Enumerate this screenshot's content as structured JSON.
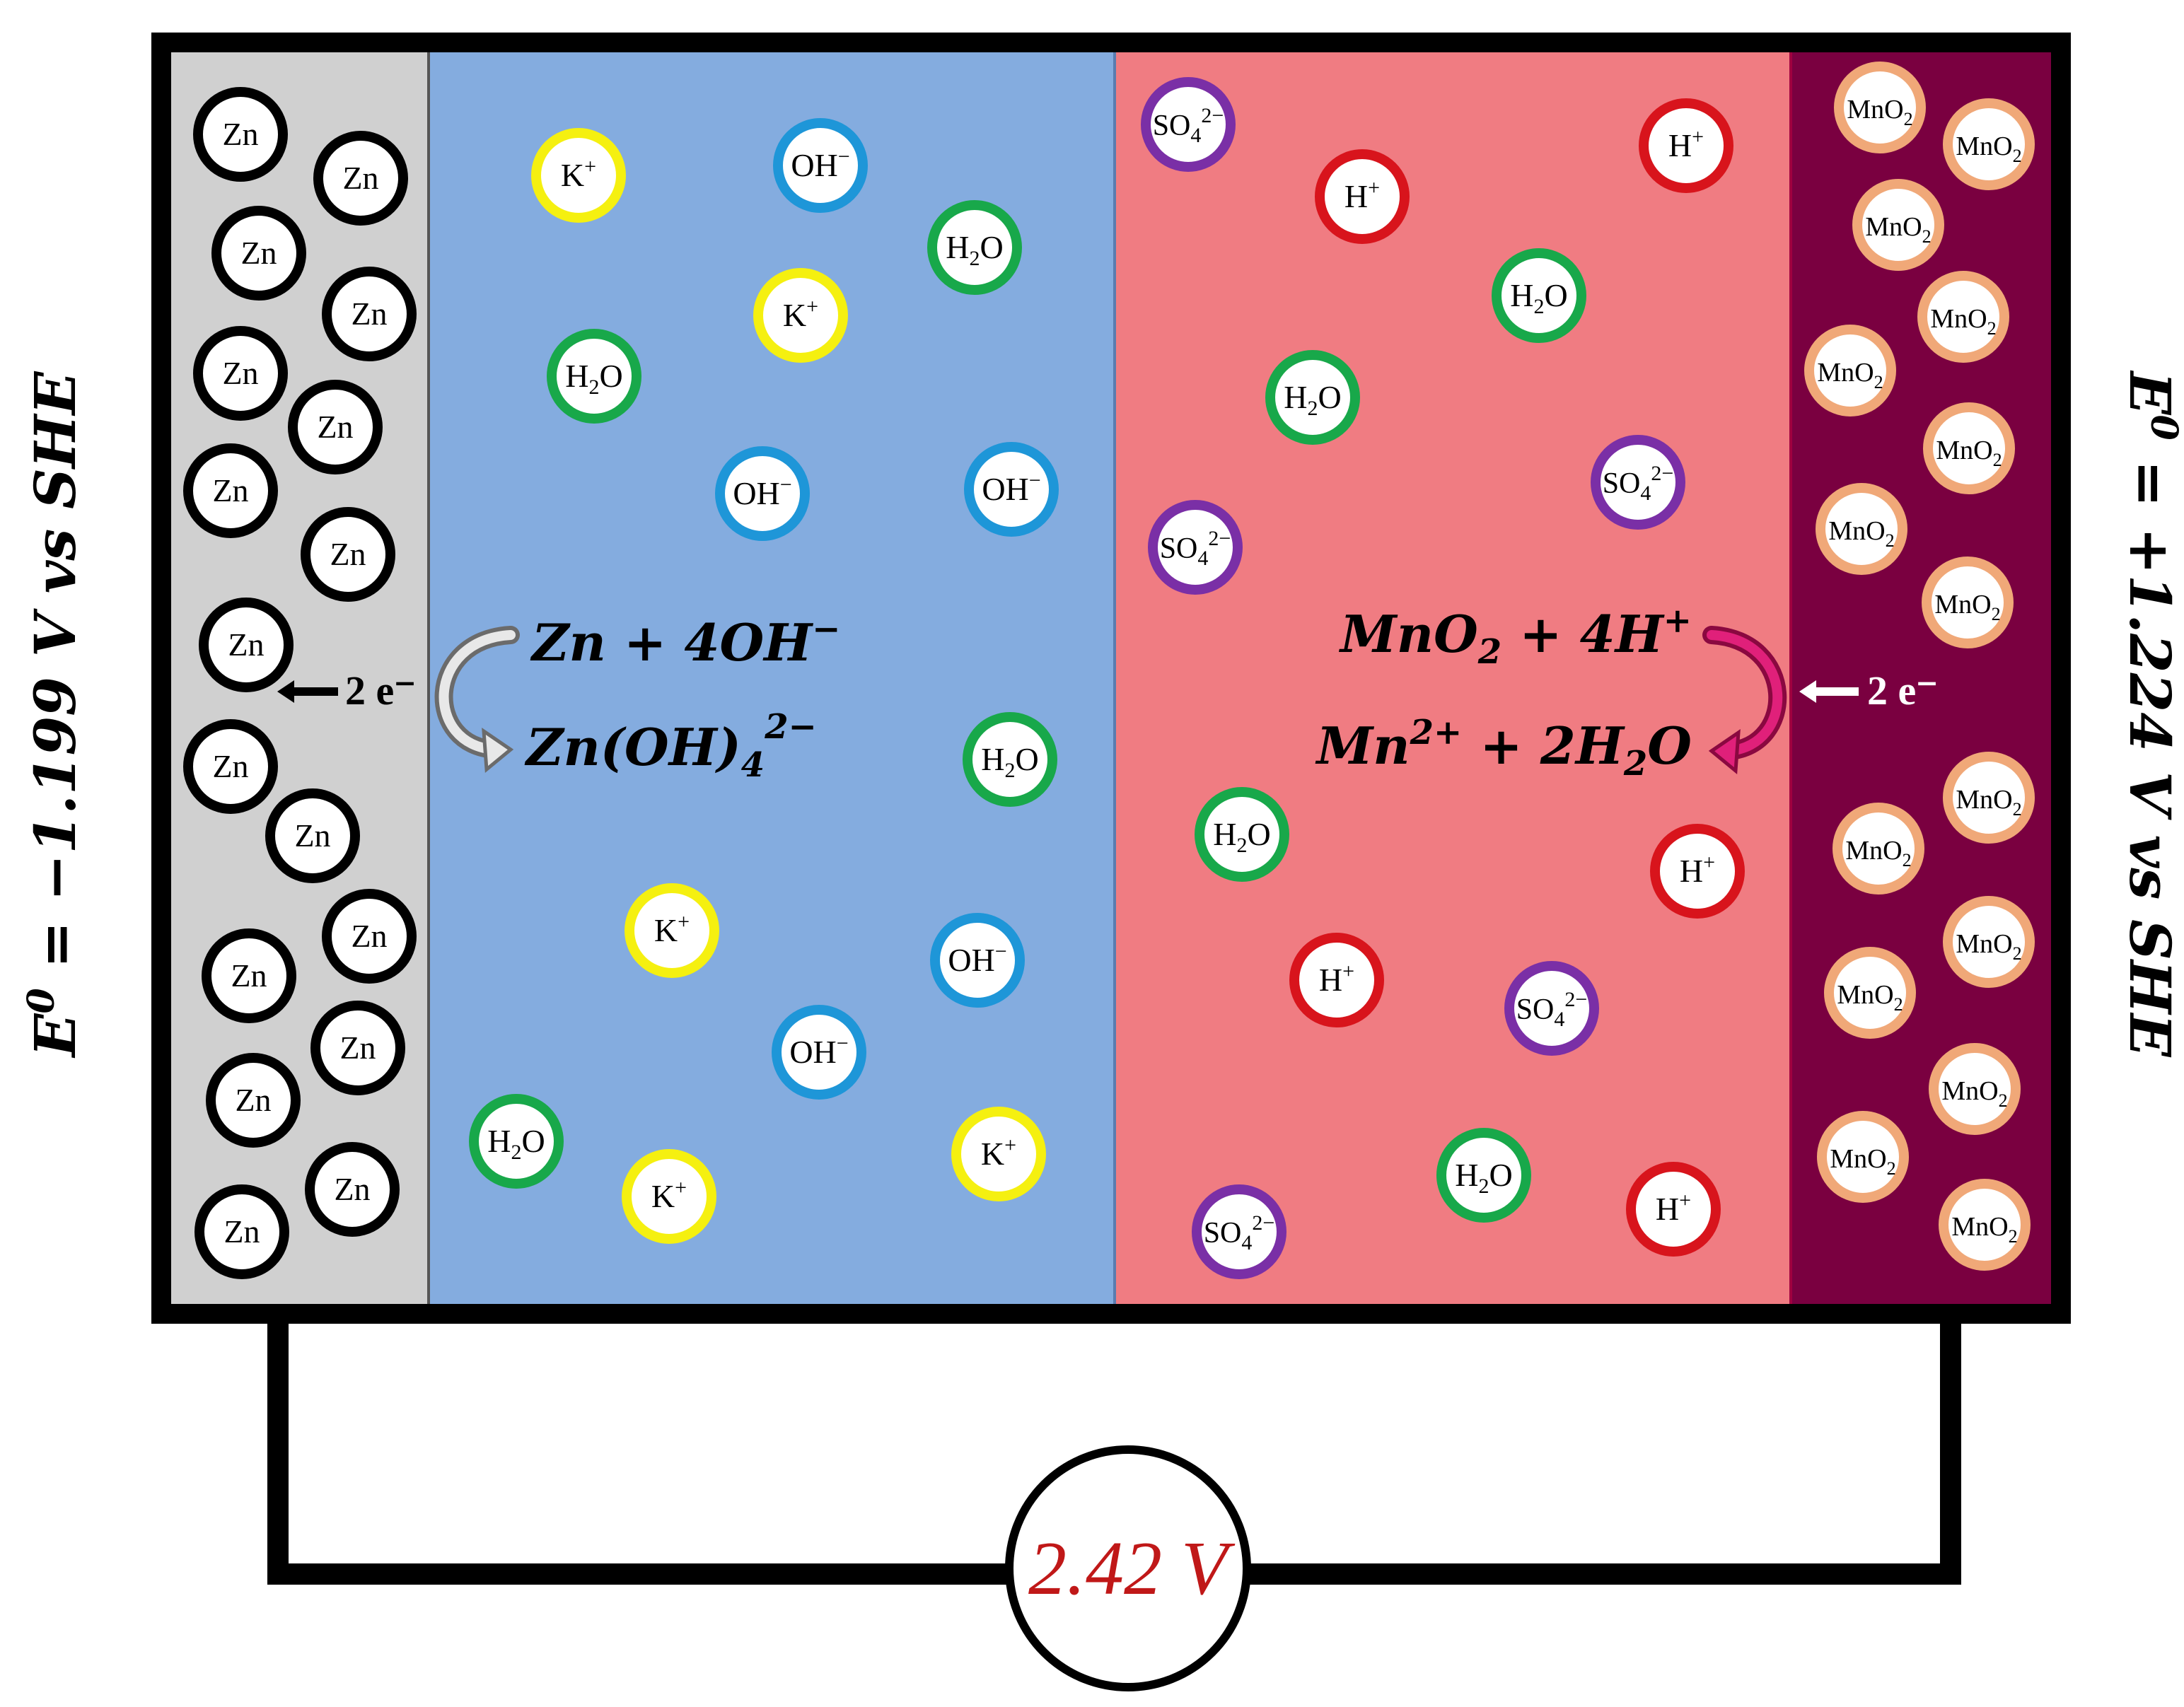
{
  "left_potential": {
    "prefix": "E",
    "sup": "0",
    "text": " = −1.199 V vs SHE"
  },
  "right_potential": {
    "prefix": "E",
    "sup": "0",
    "text": " = +1.224 V vs SHE"
  },
  "anode_reaction": {
    "reactants": "Zn + 4OH",
    "reactants_sup": "−",
    "product_main": "Zn(OH)",
    "product_sub": "4",
    "product_sup": "2−"
  },
  "cathode_reaction": {
    "reactant_a": "MnO",
    "reactant_a_sub": "2",
    "reactant_b": " + 4H",
    "reactant_b_sup": "+",
    "product_a": "Mn",
    "product_a_sup": "2+",
    "product_b": " + 2H",
    "product_b_sub": "2",
    "product_c": "O"
  },
  "left_electrons": "2 e⁻",
  "right_electrons": "2 e⁻",
  "voltmeter": "2.42 V",
  "species": {
    "zn": "Zn",
    "k": "K",
    "k_sup": "+",
    "oh": "OH",
    "oh_sup": "−",
    "h2o": "H",
    "h2o_sub": "2",
    "h2o_tail": "O",
    "h": "H",
    "h_sup": "+",
    "so4": "SO",
    "so4_sub": "4",
    "so4_sup": "2−",
    "mno2": "MnO",
    "mno2_sub": "2"
  },
  "colors": {
    "anode": "#d0d0d0",
    "anolyte": "#84acdf",
    "catholyte": "#f07c82",
    "cathode": "#7a0040",
    "zn_ring": "#000000",
    "k_ring": "#f5f010",
    "oh_ring": "#1e96d8",
    "h2o_ring": "#18a84a",
    "h_ring": "#d8141c",
    "so4_ring": "#7a2fa6",
    "mno2_ring": "#f0a878",
    "voltage_text": "#c01818"
  }
}
